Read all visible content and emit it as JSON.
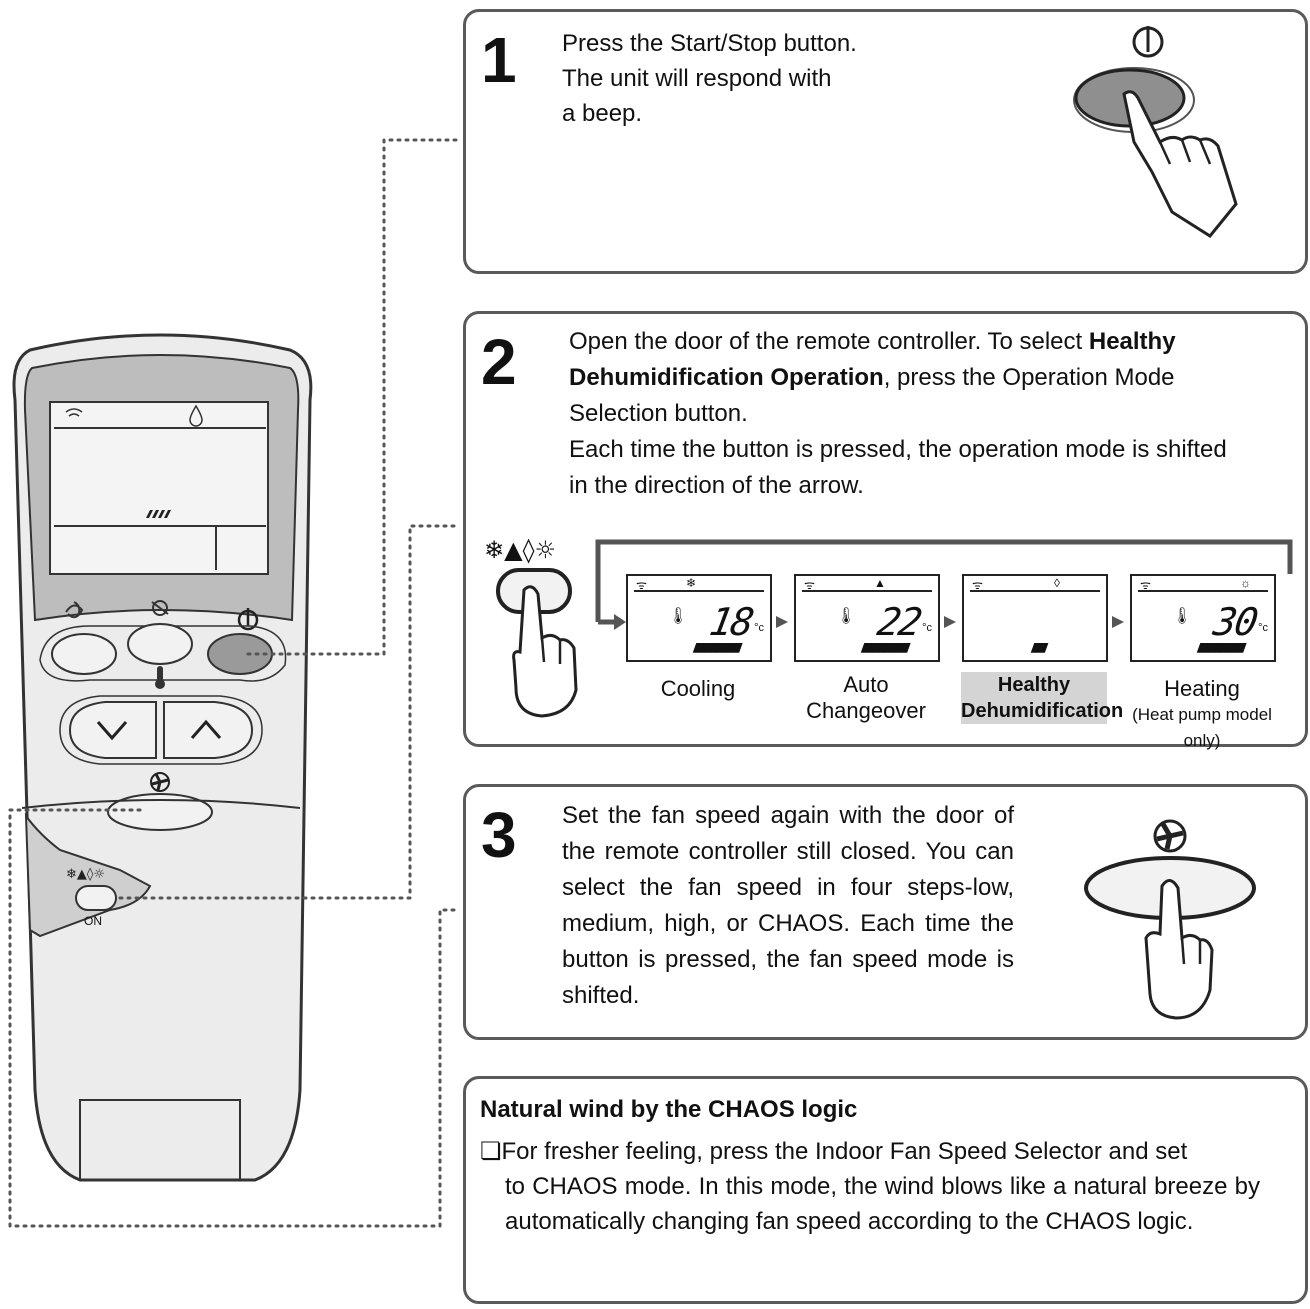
{
  "step1": {
    "number": "1",
    "lines": [
      "Press the Start/Stop button.",
      "The unit will respond with",
      "a beep."
    ]
  },
  "step2": {
    "number": "2",
    "text_before": "Open the door of the remote controller. To select ",
    "text_bold": "Healthy Dehumidification Operation",
    "text_after": ", press the Operation Mode Selection button.",
    "text_line2": "Each time the button is pressed, the operation mode is shifted in the direction of the arrow.",
    "modes": [
      {
        "label": "Cooling",
        "temp": "18",
        "unit": "°c"
      },
      {
        "label": "Auto Changeover",
        "temp": "22",
        "unit": "°c"
      },
      {
        "label": "Healthy Dehumidification",
        "temp": "",
        "unit": ""
      },
      {
        "label": "Heating",
        "sub": "(Heat pump model only)",
        "temp": "30",
        "unit": "°c"
      }
    ]
  },
  "step3": {
    "number": "3",
    "text": "Set the fan speed again with the door of the remote controller still closed. You can select the fan speed in four steps-low, medium, high, or CHAOS. Each time the button is pressed, the fan speed mode is shifted."
  },
  "note": {
    "title": "Natural wind by the CHAOS logic",
    "bullet": "❏",
    "text_first": "For fresher feeling, press the Indoor Fan Speed Selector and set",
    "text_rest": "to CHAOS mode. In this mode, the wind blows like a natural breeze by automatically changing fan speed according to the CHAOS logic."
  },
  "remote": {
    "on_label": "ON"
  },
  "colors": {
    "border": "#5a5a5a",
    "highlight": "#d4d4d4",
    "remote_body": "#ececec",
    "remote_top": "#bdbdbd",
    "button_fill": "#f2f2f2",
    "pressed_fill": "#9a9a9a"
  }
}
